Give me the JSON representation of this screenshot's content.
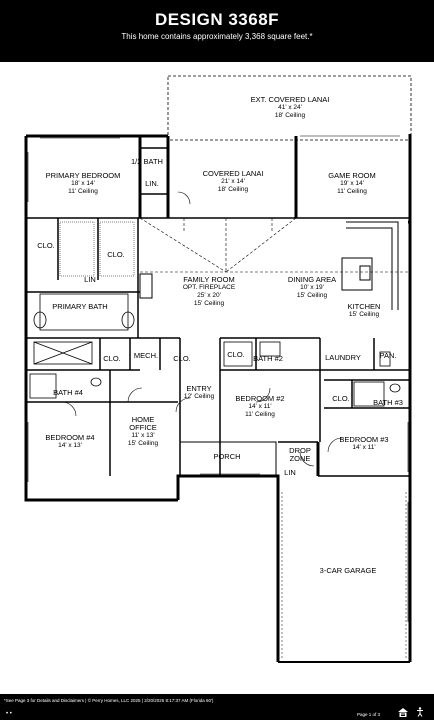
{
  "header": {
    "title": "DESIGN 3368F",
    "subtitle": "This home contains approximately 3,368 square feet.*"
  },
  "rooms": {
    "ext_lanai": {
      "name": "EXT. COVERED LANAI",
      "dims": "41' x 24'",
      "ceiling": "18' Ceiling"
    },
    "half_bath": {
      "name": "1/2 BATH"
    },
    "lin_top": {
      "name": "LIN."
    },
    "covered_lanai": {
      "name": "COVERED LANAI",
      "dims": "21' x 14'",
      "ceiling": "18' Ceiling"
    },
    "game_room": {
      "name": "GAME ROOM",
      "dims": "19' x 14'",
      "ceiling": "11' Ceiling"
    },
    "primary_bedroom": {
      "name": "PRIMARY BEDROOM",
      "dims": "18' x 14'",
      "ceiling": "11' Ceiling"
    },
    "clo_primary_left": {
      "name": "CLO."
    },
    "clo_primary_right": {
      "name": "CLO."
    },
    "lin_primary": {
      "name": "LIN"
    },
    "family_room": {
      "name": "FAMILY ROOM",
      "dims": "OPT. FIREPLACE",
      "extra": "25' x 20'",
      "ceiling": "15' Ceiling"
    },
    "dining_area": {
      "name": "DINING AREA",
      "dims": "10' x 19'",
      "ceiling": "15' Ceiling"
    },
    "kitchen": {
      "name": "KITCHEN",
      "ceiling": "15' Ceiling"
    },
    "primary_bath": {
      "name": "PRIMARY BATH"
    },
    "clo_hall": {
      "name": "CLO."
    },
    "mech": {
      "name": "MECH."
    },
    "clo_entry": {
      "name": "CLO."
    },
    "entry": {
      "name": "ENTRY",
      "ceiling": "12' Ceiling"
    },
    "clo_bed2": {
      "name": "CLO."
    },
    "bath2": {
      "name": "BATH #2"
    },
    "laundry": {
      "name": "LAUNDRY"
    },
    "pan": {
      "name": "PAN."
    },
    "bath4": {
      "name": "BATH #4"
    },
    "bedroom4": {
      "name": "BEDROOM #4",
      "dims": "14' x 13'"
    },
    "home_office": {
      "name": "HOME",
      "dims": "OFFICE",
      "extra": "11' x 13'",
      "ceiling": "15' Ceiling"
    },
    "bedroom2": {
      "name": "BEDROOM #2",
      "dims": "14' x 11'",
      "ceiling": "11' Ceiling"
    },
    "clo_bed3": {
      "name": "CLO."
    },
    "bath3": {
      "name": "BATH #3"
    },
    "bedroom3": {
      "name": "BEDROOM #3",
      "dims": "14' x 11'"
    },
    "porch": {
      "name": "PORCH"
    },
    "drop_zone": {
      "name": "DROP",
      "dims": "ZONE"
    },
    "lin_drop": {
      "name": "LIN"
    },
    "garage": {
      "name": "3-CAR GARAGE"
    }
  },
  "footer": {
    "disclaimer": "*See Page 3 for Details and Disclaimers  |  © Perry Homes, LLC 2025  |  2/20/2025 8:17:37 AM  (Florida 60')",
    "page": "Page 1 of 3"
  }
}
